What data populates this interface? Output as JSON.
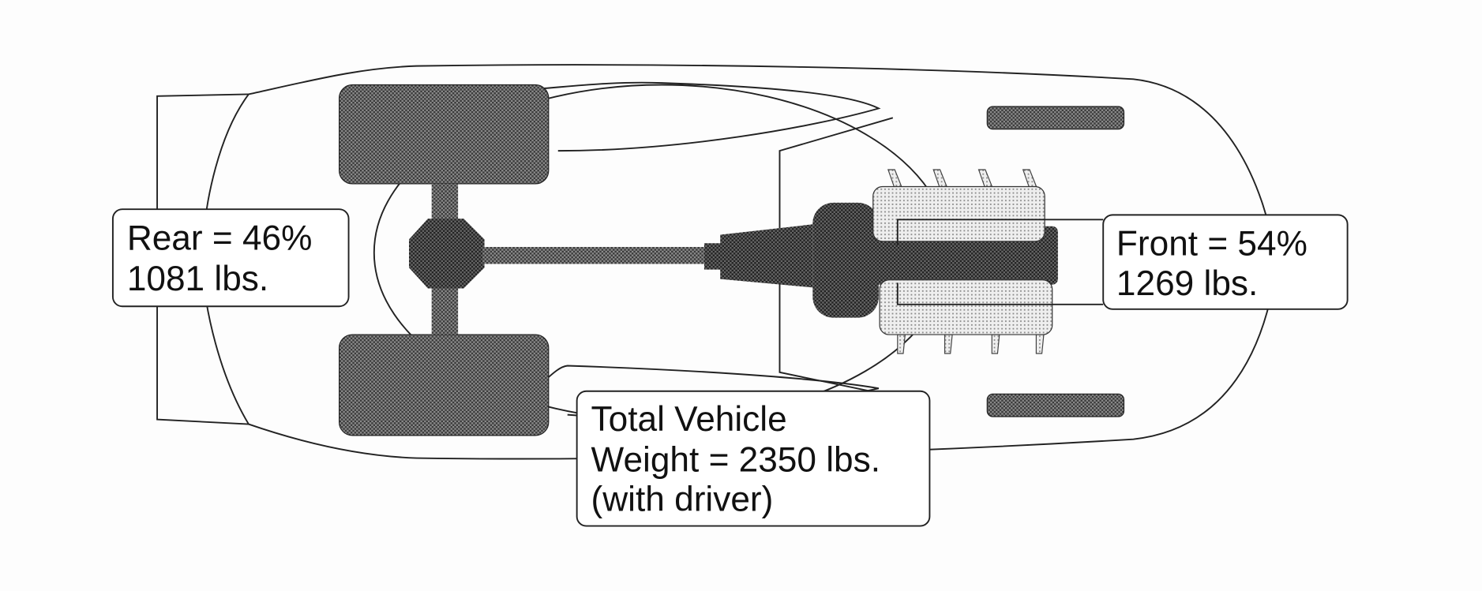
{
  "labels": {
    "rear": {
      "line1": "Rear = 46%",
      "line2": "1081 lbs.",
      "percent": 46,
      "weight_lbs": 1081
    },
    "front": {
      "line1": "Front = 54%",
      "line2": "1269 lbs.",
      "percent": 54,
      "weight_lbs": 1269
    },
    "total": {
      "line1": "Total Vehicle",
      "line2": "Weight = 2350 lbs.",
      "line3": "(with driver)",
      "weight_lbs": 2350
    }
  },
  "colors": {
    "tire": "#6b6b6b",
    "engine_block": "#4d4d4d",
    "cylinder_head": "#d9d9d9",
    "outline": "#222222"
  }
}
